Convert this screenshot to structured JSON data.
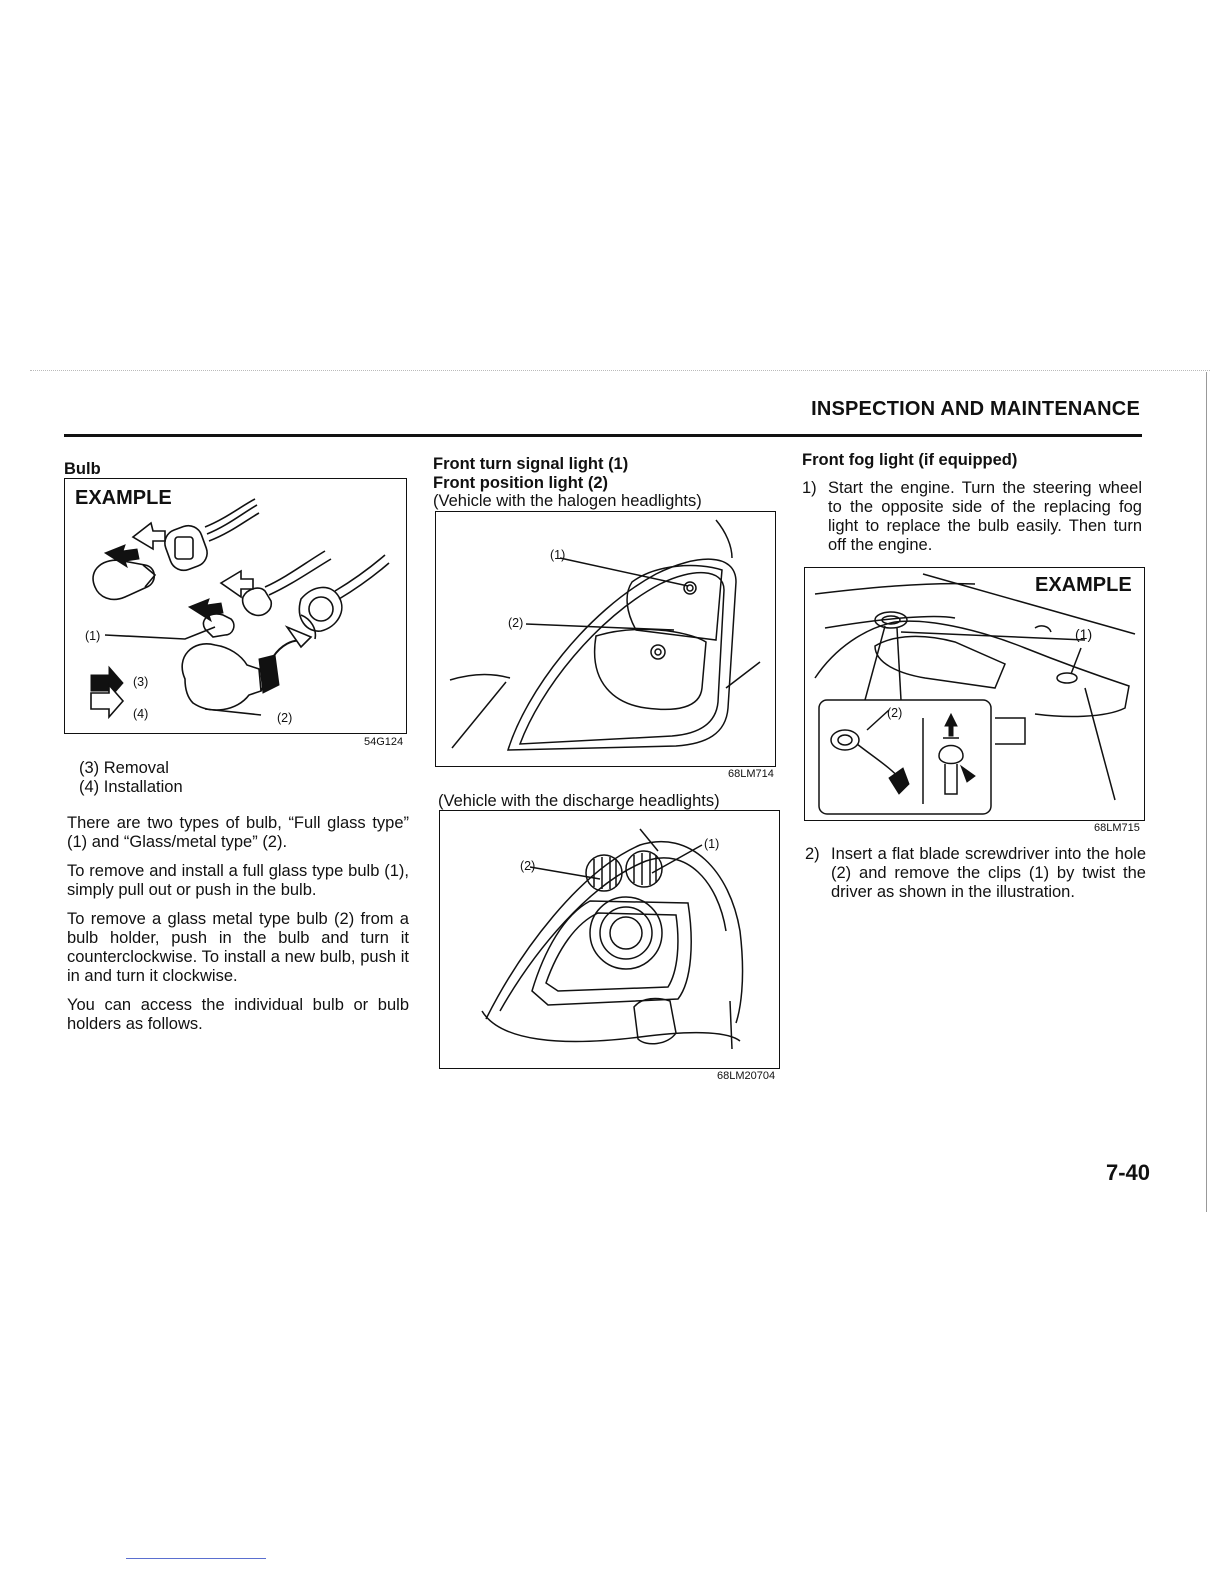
{
  "header": {
    "section_title": "INSPECTION AND MAINTENANCE",
    "page_number": "7-40"
  },
  "col1": {
    "heading": "Bulb",
    "figure": {
      "example_label": "EXAMPLE",
      "callouts": {
        "c1": "(1)",
        "c2": "(2)",
        "c3": "(3)",
        "c4": "(4)"
      },
      "code": "54G124"
    },
    "legend": [
      "(3) Removal",
      "(4) Installation"
    ],
    "paragraphs": [
      "There are two types of bulb, “Full glass type” (1) and “Glass/metal type” (2).",
      "To remove and install a full glass type bulb (1), simply pull out or push in the bulb.",
      "To remove a glass metal type bulb (2) from a bulb holder, push in the bulb and turn it counterclockwise. To install a new bulb, push it in and turn it clockwise.",
      "You can access the individual bulb or bulb holders as follows."
    ]
  },
  "col2": {
    "heading1": "Front turn signal light (1)",
    "heading2": "Front position light (2)",
    "caption1": "(Vehicle with the halogen headlights)",
    "figure1": {
      "callouts": {
        "c1": "(1)",
        "c2": "(2)"
      },
      "code": "68LM714"
    },
    "caption2": "(Vehicle with the discharge headlights)",
    "figure2": {
      "callouts": {
        "c1": "(1)",
        "c2": "(2)"
      },
      "code": "68LM20704"
    }
  },
  "col3": {
    "heading": "Front fog light (if equipped)",
    "step1": {
      "num": "1)",
      "text": "Start the engine. Turn the steering wheel to the opposite side of the replacing fog light to replace the bulb easily. Then turn off the engine."
    },
    "figure": {
      "example_label": "EXAMPLE",
      "callouts": {
        "c1": "(1)",
        "c2": "(2)"
      },
      "code": "68LM715"
    },
    "step2": {
      "num": "2)",
      "text": "Insert a flat blade screwdriver into the hole (2) and remove the clips (1) by twist the driver as shown in the illustration."
    }
  }
}
